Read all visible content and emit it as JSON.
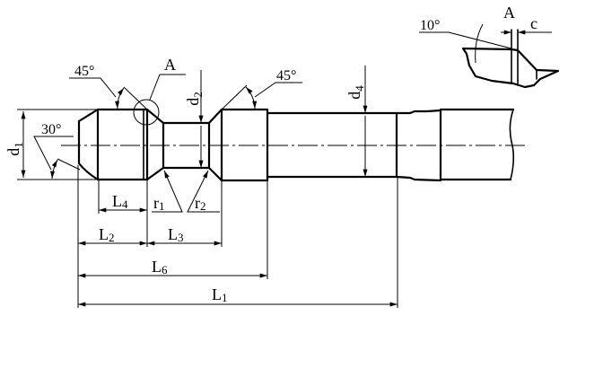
{
  "drawing": {
    "title": "Shank with groove — technical drawing",
    "diameters": {
      "d1": {
        "main": "d",
        "sub": "1"
      },
      "d2": {
        "main": "d",
        "sub": "2"
      },
      "d4": {
        "main": "d",
        "sub": "4"
      }
    },
    "lengths": {
      "L1": {
        "main": "L",
        "sub": "1"
      },
      "L2": {
        "main": "L",
        "sub": "2"
      },
      "L3": {
        "main": "L",
        "sub": "3"
      },
      "L4": {
        "main": "L",
        "sub": "4"
      },
      "L6": {
        "main": "L",
        "sub": "6"
      }
    },
    "radii": {
      "r1": {
        "main": "r",
        "sub": "1"
      },
      "r2": {
        "main": "r",
        "sub": "2"
      }
    },
    "angles": {
      "head_chamfer": "45°",
      "collar_chamfer": "45°",
      "nose": "30°",
      "detail_rake": "10°"
    },
    "callout": {
      "label": "A"
    },
    "detail_view": {
      "label": "A",
      "dimension": "c"
    },
    "colors": {
      "line": "#000000",
      "background": "#ffffff"
    }
  }
}
